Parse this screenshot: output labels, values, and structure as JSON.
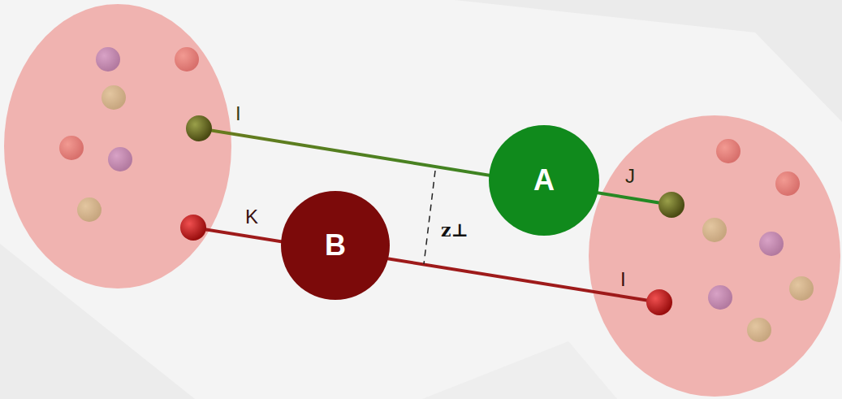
{
  "diagram": {
    "nodes": [
      {
        "text": [
          "A"
        ]
      },
      {
        "text": [
          "B"
        ]
      }
    ],
    "labels": [
      "I",
      "J",
      "K",
      "z⊥",
      "I"
    ]
  }
}
